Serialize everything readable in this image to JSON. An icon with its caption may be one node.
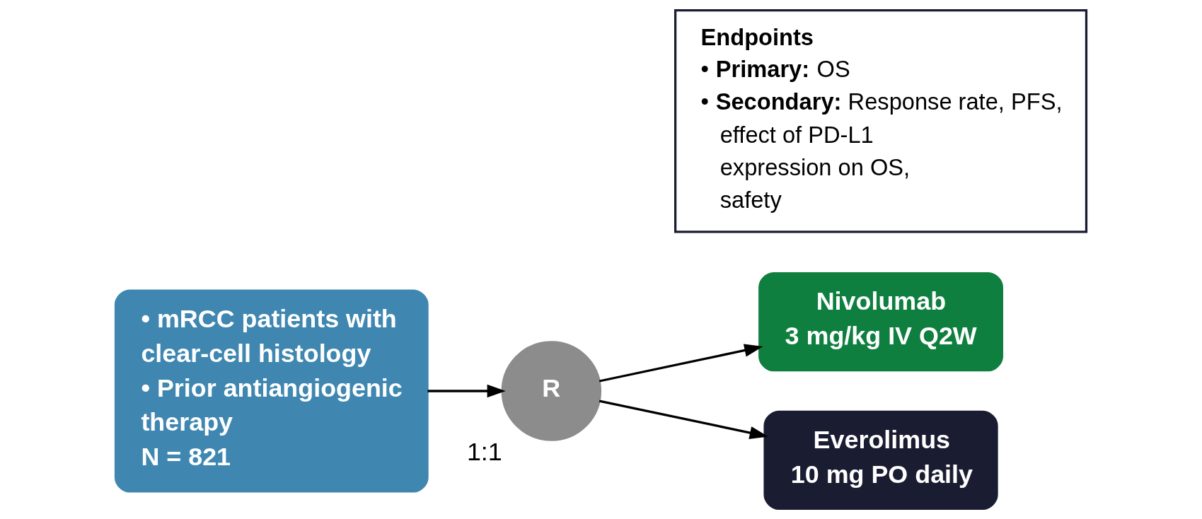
{
  "diagram": {
    "nodes": [
      {
        "text": [
          "• mRCC patients with clear-cell histology",
          "• Prior antiangiogenic therapy",
          "N = 821"
        ]
      },
      {
        "text": [
          "R"
        ],
        "beside": [
          "1:1"
        ]
      },
      {
        "text": [
          "Nivolumab",
          "3 mg/kg IV Q2W"
        ]
      },
      {
        "text": [
          "Everolimus",
          "10 mg PO daily"
        ]
      },
      {
        "text": [
          "Endpoints",
          "• **Primary:** OS",
          "• **Secondary:** Response rate, PFS, effect of PD-L1 expression on OS, safety"
        ]
      }
    ],
    "edges": [
      {
        "from": 0,
        "to": 1,
        "arrow": "to"
      },
      {
        "from": 1,
        "to": 2,
        "arrow": "to"
      },
      {
        "from": 1,
        "to": 3,
        "arrow": "to"
      }
    ]
  }
}
